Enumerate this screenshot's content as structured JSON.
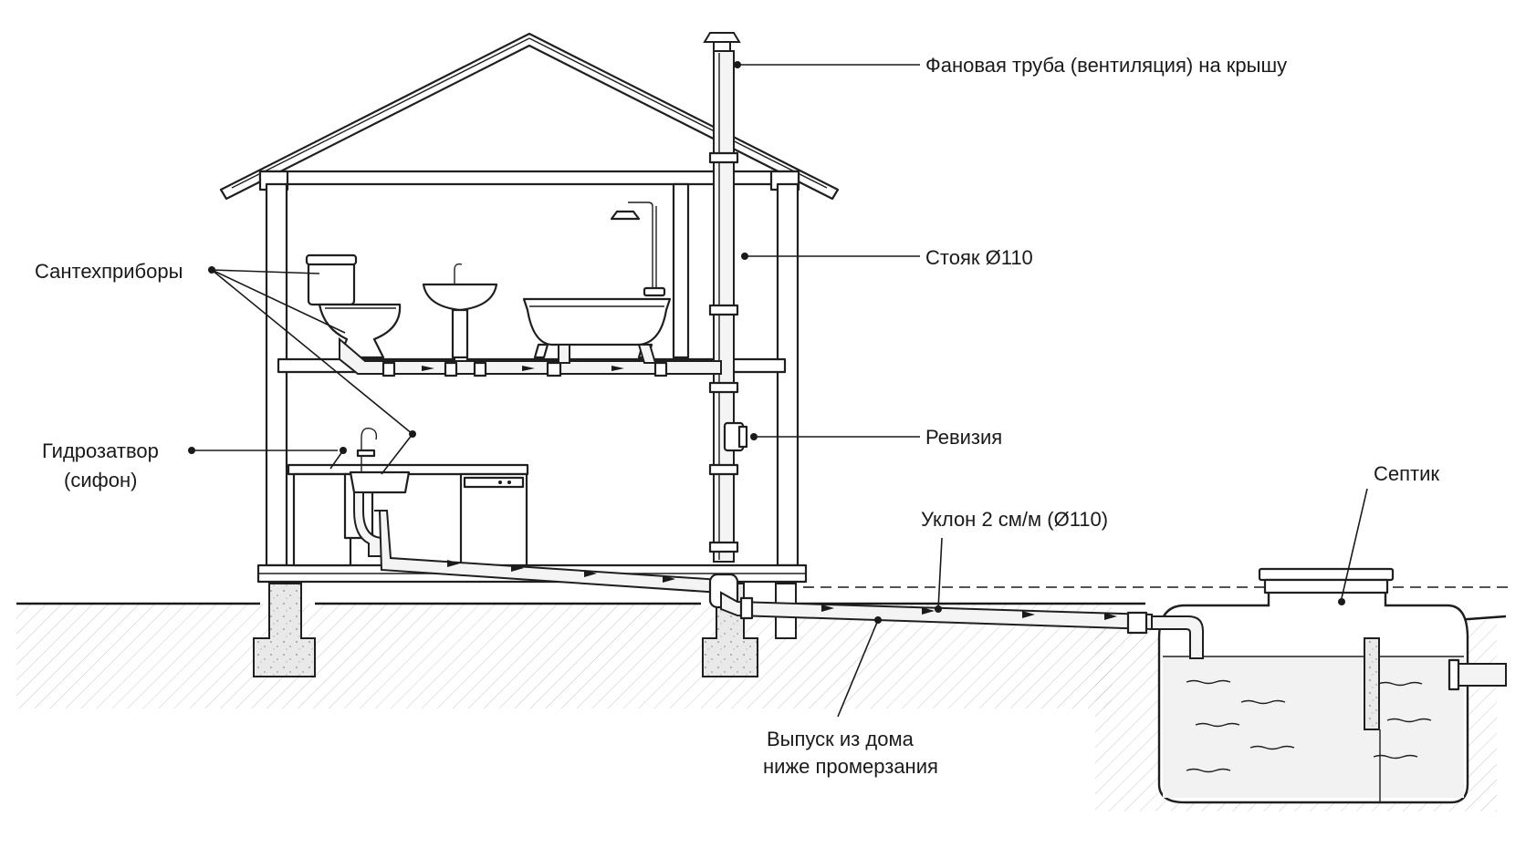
{
  "labels": {
    "vent_pipe": "Фановая труба (вентиляция) на крышу",
    "stack": "Стояк Ø110",
    "fixtures": "Сантехприборы",
    "trap_line1": "Гидрозатвор",
    "trap_line2": "(сифон)",
    "cleanout": "Ревизия",
    "septic": "Септик",
    "slope": "Уклон 2 см/м (Ø110)",
    "outlet_line1": "Выпуск из дома",
    "outlet_line2": "ниже промерзания"
  },
  "icons": [
    "toilet-icon",
    "washbasin-icon",
    "bathtub-icon",
    "shower-icon",
    "kitchen-sink-icon",
    "dishwasher-icon",
    "septic-tank-icon"
  ]
}
